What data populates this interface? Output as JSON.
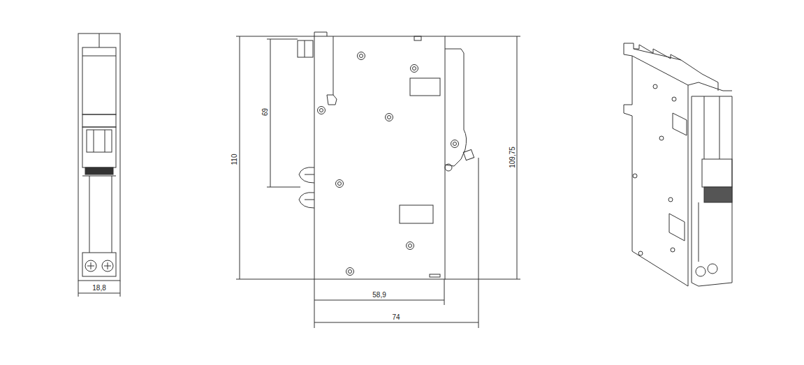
{
  "diagram": {
    "labels": [
      "18,8",
      "69",
      "110",
      "58,9",
      "74",
      "109,75"
    ]
  }
}
